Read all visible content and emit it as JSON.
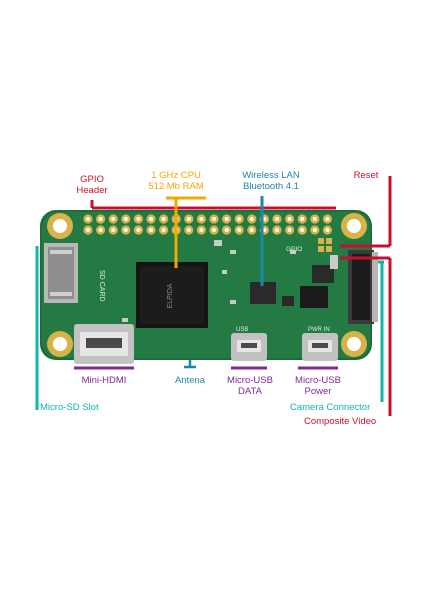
{
  "colors": {
    "gpio": "#c8102e",
    "cpu": "#f2a900",
    "wireless": "#1f86a8",
    "purple": "#7b2d8e",
    "antenna": "#1f86a8",
    "teal": "#13b5a5",
    "red": "#c8102e"
  },
  "labels": {
    "gpio": {
      "line1": "GPIO",
      "line2": "Header"
    },
    "cpu": {
      "line1": "1 GHz CPU",
      "line2": "512 Mb RAM"
    },
    "wireless": {
      "line1": "Wireless LAN",
      "line2": "Bluetooth 4.1"
    },
    "reset": "Reset",
    "mini_hdmi": "Mini-HDMI",
    "antenna": "Antena",
    "usb_data": {
      "line1": "Micro-USB",
      "line2": "DATA"
    },
    "usb_power": {
      "line1": "Micro-USB",
      "line2": "Power"
    },
    "micro_sd": "Micro-SD Slot",
    "camera": "Camera Connector",
    "composite": "Composite Video"
  },
  "board_silkscreen": {
    "gpio": "GPIO",
    "usb": "USB",
    "pwr": "PWR IN",
    "sd": "SD CARD",
    "chip_text": "ELPIDA"
  }
}
